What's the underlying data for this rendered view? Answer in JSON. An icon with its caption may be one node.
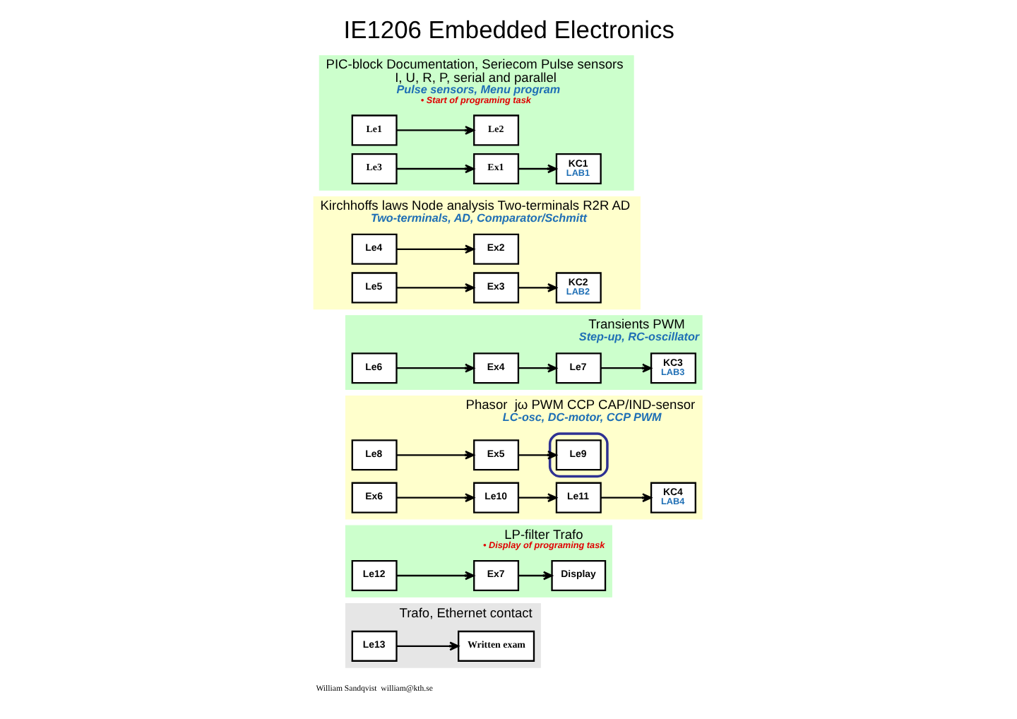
{
  "diagram": {
    "title": "IE1206 Embedded Electronics",
    "nodes": [
      {
        "text": [
          "PIC-block Documentation, Seriecom Pulse sensors",
          "I, U, R, P, serial and parallel",
          "Pulse sensors, Menu program",
          "• Start of programing task"
        ]
      },
      {
        "text": [
          "Le1"
        ],
        "in": 0
      },
      {
        "text": [
          "Le2"
        ],
        "in": 0
      },
      {
        "text": [
          "Le3"
        ],
        "in": 0
      },
      {
        "text": [
          "Ex1"
        ],
        "in": 0
      },
      {
        "text": [
          "KC1",
          "LAB1"
        ],
        "in": 0
      },
      {
        "text": [
          "Kirchhoffs laws Node analysis Two-terminals R2R AD",
          "Two-terminals, AD, Comparator/Schmitt"
        ]
      },
      {
        "text": [
          "Le4"
        ],
        "in": 6
      },
      {
        "text": [
          "Ex2"
        ],
        "in": 6
      },
      {
        "text": [
          "Le5"
        ],
        "in": 6
      },
      {
        "text": [
          "Ex3"
        ],
        "in": 6
      },
      {
        "text": [
          "KC2",
          "LAB2"
        ],
        "in": 6
      },
      {
        "text": [
          "Transients PWM",
          "Step-up, RC-oscillator"
        ]
      },
      {
        "text": [
          "Le6"
        ],
        "in": 12
      },
      {
        "text": [
          "Ex4"
        ],
        "in": 12
      },
      {
        "text": [
          "Le7"
        ],
        "in": 12
      },
      {
        "text": [
          "KC3",
          "LAB3"
        ],
        "in": 12
      },
      {
        "text": [
          "Phasor  jω PWM CCP CAP/IND-sensor",
          "LC-osc, DC-motor, CCP PWM"
        ]
      },
      {
        "text": [
          "Le8"
        ],
        "in": 17
      },
      {
        "text": [
          "Ex5"
        ],
        "in": 17
      },
      {
        "text": [],
        "shape": "box",
        "in": 17
      },
      {
        "text": [
          "Le9"
        ],
        "in": 20
      },
      {
        "text": [
          "Ex6"
        ],
        "in": 17
      },
      {
        "text": [
          "Le10"
        ],
        "in": 17
      },
      {
        "text": [
          "Le11"
        ],
        "in": 17
      },
      {
        "text": [
          "KC4",
          "LAB4"
        ],
        "in": 17
      },
      {
        "text": [
          "LP-filter Trafo",
          "• Display of programing task"
        ]
      },
      {
        "text": [
          "Le12"
        ],
        "in": 26
      },
      {
        "text": [
          "Ex7"
        ],
        "in": 26
      },
      {
        "text": [
          "Display"
        ],
        "in": 26
      },
      {
        "text": [
          "Trafo, Ethernet contact"
        ]
      },
      {
        "text": [
          "Le13"
        ],
        "in": 30
      },
      {
        "text": [
          "Written exam"
        ],
        "in": 30
      }
    ],
    "edges": [
      {
        "from": 1,
        "to": 2,
        "arrow": "to"
      },
      {
        "from": 3,
        "to": 4,
        "arrow": "to"
      },
      {
        "from": 4,
        "to": 5,
        "arrow": "to"
      },
      {
        "from": 7,
        "to": 8,
        "arrow": "to"
      },
      {
        "from": 9,
        "to": 10,
        "arrow": "to"
      },
      {
        "from": 10,
        "to": 11,
        "arrow": "to"
      },
      {
        "from": 13,
        "to": 14,
        "arrow": "to"
      },
      {
        "from": 14,
        "to": 15,
        "arrow": "to"
      },
      {
        "from": 15,
        "to": 16,
        "arrow": "to"
      },
      {
        "from": 18,
        "to": 19,
        "arrow": "to"
      },
      {
        "from": 19,
        "to": 21,
        "arrow": "to"
      },
      {
        "from": 22,
        "to": 23,
        "arrow": "to"
      },
      {
        "from": 23,
        "to": 24,
        "arrow": "to"
      },
      {
        "from": 24,
        "to": 25,
        "arrow": "to"
      },
      {
        "from": 27,
        "to": 28,
        "arrow": "to"
      },
      {
        "from": 28,
        "to": 29,
        "arrow": "to"
      },
      {
        "from": 31,
        "to": 32,
        "arrow": "to"
      }
    ],
    "labels": [
      "William Sandqvist  william@kth.se"
    ]
  }
}
